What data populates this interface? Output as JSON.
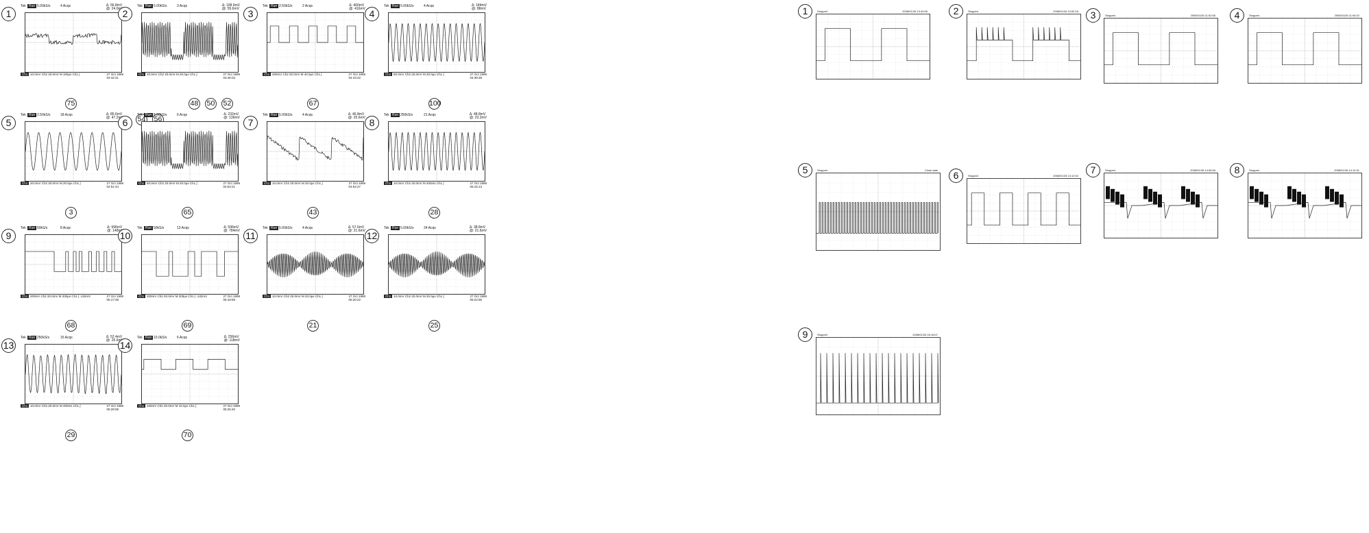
{
  "left_figure": {
    "panels": [
      {
        "index": "1",
        "header_tek": "Tek",
        "header_state": "Run",
        "header_rate": "5.00kS/s",
        "header_acqs": "4 Acqs",
        "meas_a": "Δ: 56.8mV",
        "meas_b": "@: 24.0mV",
        "footer_ch1": "Ch1",
        "footer_text": "10.0mV   Ch2 20.0mV   M 100μs  Ch1 ∫",
        "footer_date": "27 Oct 1999",
        "footer_time": "04:42:41",
        "figure_ref": "75",
        "wave": "noisy-square",
        "extra_refs": []
      },
      {
        "index": "2",
        "header_tek": "Tek",
        "header_state": "Run",
        "header_rate": "5.00kS/s",
        "header_acqs": "3 Acqs",
        "meas_a": "Δ: 108.0mV",
        "meas_b": "@: 55.6mV",
        "footer_ch1": "Ch1",
        "footer_text": "20.0mV   Ch2 20.0mV   M 20.0μs  Ch1 ∫",
        "footer_date": "27 Oct 1999",
        "footer_time": "04:46:04",
        "figure_ref": "",
        "wave": "burst",
        "extra_refs": [
          "54",
          "56",
          "48",
          "50",
          "52"
        ]
      },
      {
        "index": "3",
        "header_tek": "Tek",
        "header_state": "Run",
        "header_rate": "2.50kS/s",
        "header_acqs": "2 Acqs",
        "meas_a": "Δ: 460mV",
        "meas_b": "@: 416mV",
        "footer_ch1": "Ch1",
        "footer_text": "200mV   Ch2 20.0mV   M 40.0μs  Ch1 ∫",
        "footer_date": "27 Oct 1999",
        "footer_time": "04:43:22",
        "figure_ref": "67",
        "wave": "square",
        "extra_refs": []
      },
      {
        "index": "4",
        "header_tek": "Tek",
        "header_state": "Run",
        "header_rate": "5.00kS/s",
        "header_acqs": "4 Acqs",
        "meas_a": "Δ: 184mV",
        "meas_b": "@: 88mV",
        "footer_ch1": "Ch1",
        "footer_text": "50.0mV   Ch2 20.0mV   M 20.0μs  Ch1 ∫",
        "footer_date": "27 Oct 1999",
        "footer_time": "04:38:38",
        "figure_ref": "100",
        "wave": "sine-fast",
        "extra_refs": []
      },
      {
        "index": "5",
        "header_tek": "Tek",
        "header_state": "Run",
        "header_rate": "2.50kS/s",
        "header_acqs": "18 Acqs",
        "meas_a": "Δ: 85.6mV",
        "meas_b": "@: 47.2mV",
        "footer_ch1": "Ch1",
        "footer_text": "20.0mV   Ch2 20.0mV   M 20.0μs  Ch1 ∫",
        "footer_date": "27 Oct 1999",
        "footer_time": "04:51:44",
        "figure_ref": "3",
        "wave": "sine",
        "extra_refs": []
      },
      {
        "index": "6",
        "header_tek": "Tek",
        "header_state": "Run",
        "header_rate": "5.00kS/s",
        "header_acqs": "6 Acqs",
        "meas_a": "Δ: 232mV",
        "meas_b": "@: 136mV",
        "footer_ch1": "Ch1",
        "footer_text": "50.0mV   Ch2 20.0mV   M 20.0μs  Ch1 ∫",
        "footer_date": "27 Oct 1999",
        "footer_time": "04:53:21",
        "figure_ref": "65",
        "wave": "burst",
        "extra_refs": []
      },
      {
        "index": "7",
        "header_tek": "Tek",
        "header_state": "Run",
        "header_rate": "5.00kS/s",
        "header_acqs": "4 Acqs",
        "meas_a": "Δ: 46.8mV",
        "meas_b": "@: 25.6mV",
        "footer_ch1": "Ch1",
        "footer_text": "10.0mV   Ch2 20.0mV   M 20.0μs  Ch1 ∫",
        "footer_date": "27 Oct 1999",
        "footer_time": "04:54:27",
        "figure_ref": "43",
        "wave": "sawtooth-noisy",
        "extra_refs": []
      },
      {
        "index": "8",
        "header_tek": "Tek",
        "header_state": "Run",
        "header_rate": "250kS/s",
        "header_acqs": "21 Acqs",
        "meas_a": "Δ: 48.8mV",
        "meas_b": "@: 23.2mV",
        "footer_ch1": "Ch1",
        "footer_text": "10.0mV   Ch2 20.0mV   M 400ms  Ch1 ∫",
        "footer_date": "27 Oct 1999",
        "footer_time": "05:15:13",
        "figure_ref": "28",
        "wave": "sine-fast",
        "extra_refs": []
      },
      {
        "index": "9",
        "header_tek": "Tek",
        "header_state": "Run",
        "header_rate": "50kS/s",
        "header_acqs": "8 Acqs",
        "meas_a": "Δ: 996mV",
        "meas_b": "@: 148mV",
        "footer_ch1": "Ch1",
        "footer_text": "200mV   Ch2 20.0mV   M 200μs  Ch1 ∫  -132mV",
        "footer_date": "27 Oct 1999",
        "footer_time": "05:17:38",
        "figure_ref": "68",
        "wave": "pulse-train",
        "extra_refs": []
      },
      {
        "index": "10",
        "header_tek": "Tek",
        "header_state": "Run",
        "header_rate": "50kS/s",
        "header_acqs": "13 Acqs",
        "meas_a": "Δ: 596mV",
        "meas_b": "@: 784mV",
        "footer_ch1": "Ch1",
        "footer_text": "200mV   Ch2 20.0mV   M 200μs  Ch1 ∫  -132mV",
        "footer_date": "27 Oct 1999",
        "footer_time": "05:18:59",
        "figure_ref": "69",
        "wave": "square-irregular",
        "extra_refs": []
      },
      {
        "index": "11",
        "header_tek": "Tek",
        "header_state": "Run",
        "header_rate": "5.00kS/s",
        "header_acqs": "4 Acqs",
        "meas_a": "Δ: 57.6mV",
        "meas_b": "@: 21.6mV",
        "footer_ch1": "Ch1",
        "footer_text": "10.0mV   Ch2 20.0mV   M 20.0μs  Ch1 ∫",
        "footer_date": "27 Oct 1999",
        "footer_time": "05:20:22",
        "figure_ref": "21",
        "wave": "am-burst",
        "extra_refs": []
      },
      {
        "index": "12",
        "header_tek": "Tek",
        "header_state": "Run",
        "header_rate": "5.00kS/s",
        "header_acqs": "24 Acqs",
        "meas_a": "Δ: 38.8mV",
        "meas_b": "@: 21.6mV",
        "footer_ch1": "Ch1",
        "footer_text": "10.0mV   Ch2 20.0mV   M 20.0μs  Ch1 ∫",
        "footer_date": "27 Oct 1999",
        "footer_time": "05:22:55",
        "figure_ref": "25",
        "wave": "am-burst",
        "extra_refs": []
      },
      {
        "index": "13",
        "header_tek": "Tek",
        "header_state": "Run",
        "header_rate": "250kS/s",
        "header_acqs": "15 Acqs",
        "meas_a": "Δ: 52.4mV",
        "meas_b": "@: 25.6mV",
        "footer_ch1": "Ch1",
        "footer_text": "10.0mV   Ch2 20.0mV   M 400ms  Ch1 ∫",
        "footer_date": "27 Oct 1999",
        "footer_time": "05:29:08",
        "figure_ref": "29",
        "wave": "sine-fast-noisy",
        "extra_refs": []
      },
      {
        "index": "14",
        "header_tek": "Tek",
        "header_state": "Run",
        "header_rate": "10.0kS/s",
        "header_acqs": "6 Acqs",
        "meas_a": "Δ: 256mV",
        "meas_b": "@: 118mV",
        "footer_ch1": "Ch1",
        "footer_text": "100mV   Ch2 20.0mV   M 10.0μs  Ch1 ∫",
        "footer_date": "27 Oct 1999",
        "footer_time": "05:26:40",
        "figure_ref": "70",
        "wave": "square-step",
        "extra_refs": []
      }
    ]
  },
  "right_figure": {
    "panels": [
      {
        "index": "1",
        "wave": "square-wide",
        "hdr_left": "Stopped",
        "hdr_right": "2008/01/26  13:40:06"
      },
      {
        "index": "2",
        "wave": "square-spikes",
        "hdr_left": "Stopped",
        "hdr_right": "2008/01/26  13:52:18"
      },
      {
        "index": "3",
        "wave": "square-wide",
        "hdr_left": "Stopped",
        "hdr_right": "2008/01/26  11:02:06"
      },
      {
        "index": "4",
        "wave": "square-wide",
        "hdr_left": "Stopped",
        "hdr_right": "2008/01/26  11:06:22"
      },
      {
        "index": "5",
        "wave": "dense-pulses",
        "hdr_left": "Stopped",
        "hdr_right": "Close date"
      },
      {
        "index": "6",
        "wave": "square-medium",
        "hdr_left": "Stopped",
        "hdr_right": "2008/01/26  13:12:02"
      },
      {
        "index": "7",
        "wave": "black-blocks",
        "hdr_left": "Stopped",
        "hdr_right": "2008/01/26  14:06:06"
      },
      {
        "index": "8",
        "wave": "black-blocks",
        "hdr_left": "Stopped",
        "hdr_right": "2008/01/26  14:14:31"
      },
      {
        "index": "9",
        "wave": "sparse-spikes",
        "hdr_left": "Stopped",
        "hdr_right": "2008/01/26  16:18:07"
      }
    ]
  }
}
